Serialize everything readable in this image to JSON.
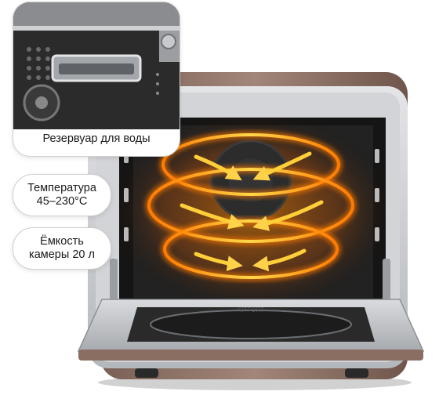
{
  "callouts": {
    "reservoir": "Резервуар для воды",
    "temperature_line1": "Температура",
    "temperature_line2": "45–230°C",
    "capacity_line1": "Ёмкость",
    "capacity_line2": "камеры 20 л"
  },
  "product": {
    "brand_mark": "KITFORT"
  },
  "colors": {
    "body": "#8c6f63",
    "steel": "#c9cbce",
    "cavity": "#1b1b1b",
    "heat": "#ff9d00",
    "arrow": "#ffd24a"
  }
}
